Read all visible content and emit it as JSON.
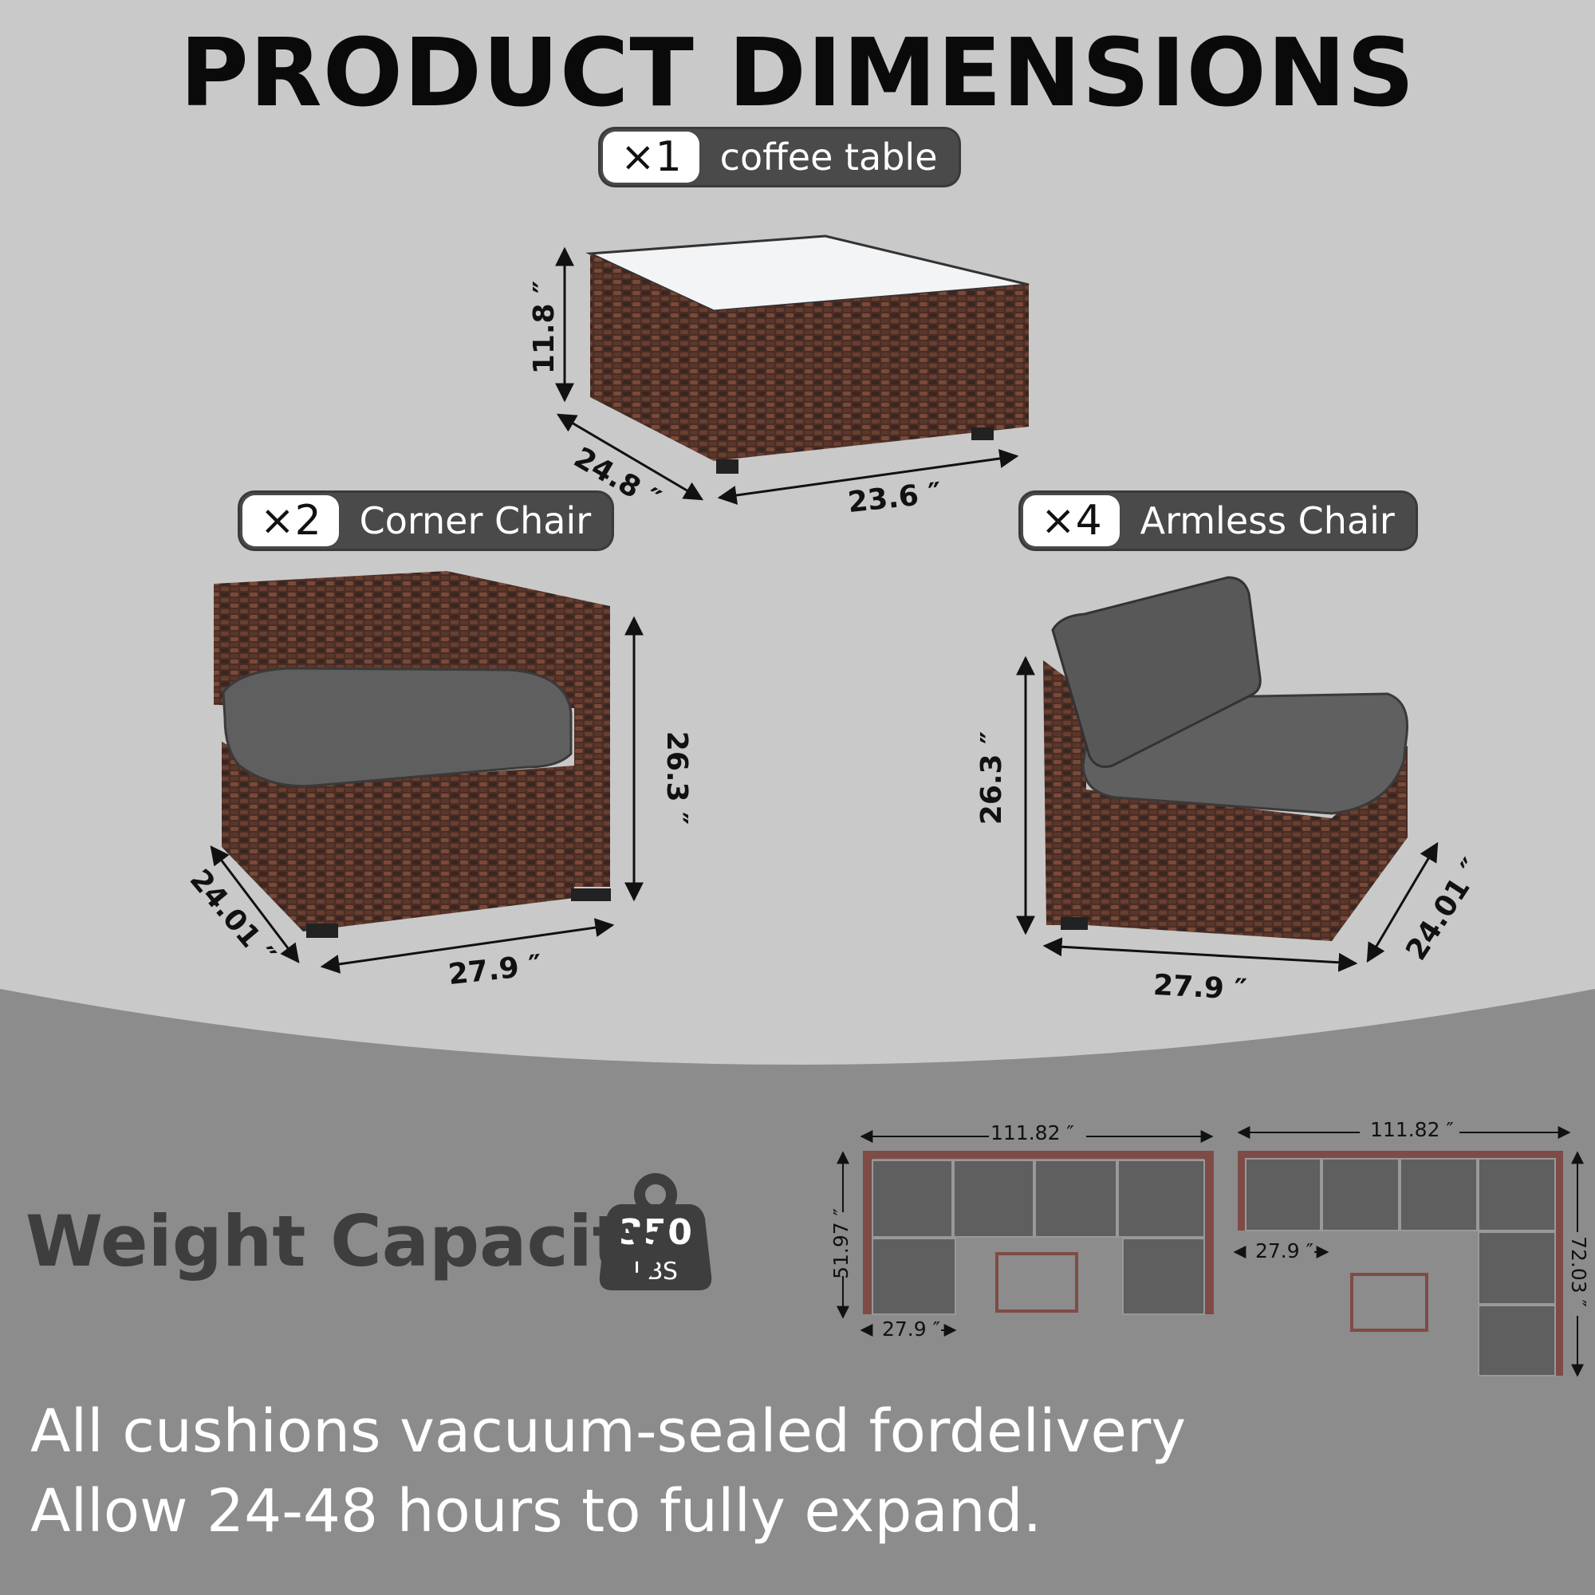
{
  "title": "PRODUCT DIMENSIONS",
  "pieces": [
    {
      "qty": "×1",
      "label": "coffee table"
    },
    {
      "qty": "×2",
      "label": "Corner Chair"
    },
    {
      "qty": "×4",
      "label": "Armless Chair"
    }
  ],
  "coffee_table": {
    "height": "11.8 ″",
    "depth": "24.8 ″",
    "width": "23.6 ″"
  },
  "corner_chair": {
    "height": "26.3 ″",
    "depth": "24.01 ″",
    "width": "27.9 ″"
  },
  "armless_chair": {
    "height": "26.3 ″",
    "depth": "24.01 ″",
    "width": "27.9 ″"
  },
  "layout_a": {
    "total_width": "111.82 ″",
    "depth": "51.97 ″",
    "seat_width": "27.9 ″"
  },
  "layout_b": {
    "total_width": "111.82 ″",
    "depth": "72.03 ″",
    "seat_width": "27.9 ″"
  },
  "weight": {
    "label": "Weight Capacity",
    "value": "350",
    "unit": "LBS"
  },
  "notes": [
    "All cushions vacuum-sealed fordelivery",
    "Allow 24-48 hours to fully expand."
  ],
  "colors": {
    "wicker": "#5a3a30",
    "cushion": "#5c5c5c",
    "frame_outline": "#8a4a44"
  }
}
